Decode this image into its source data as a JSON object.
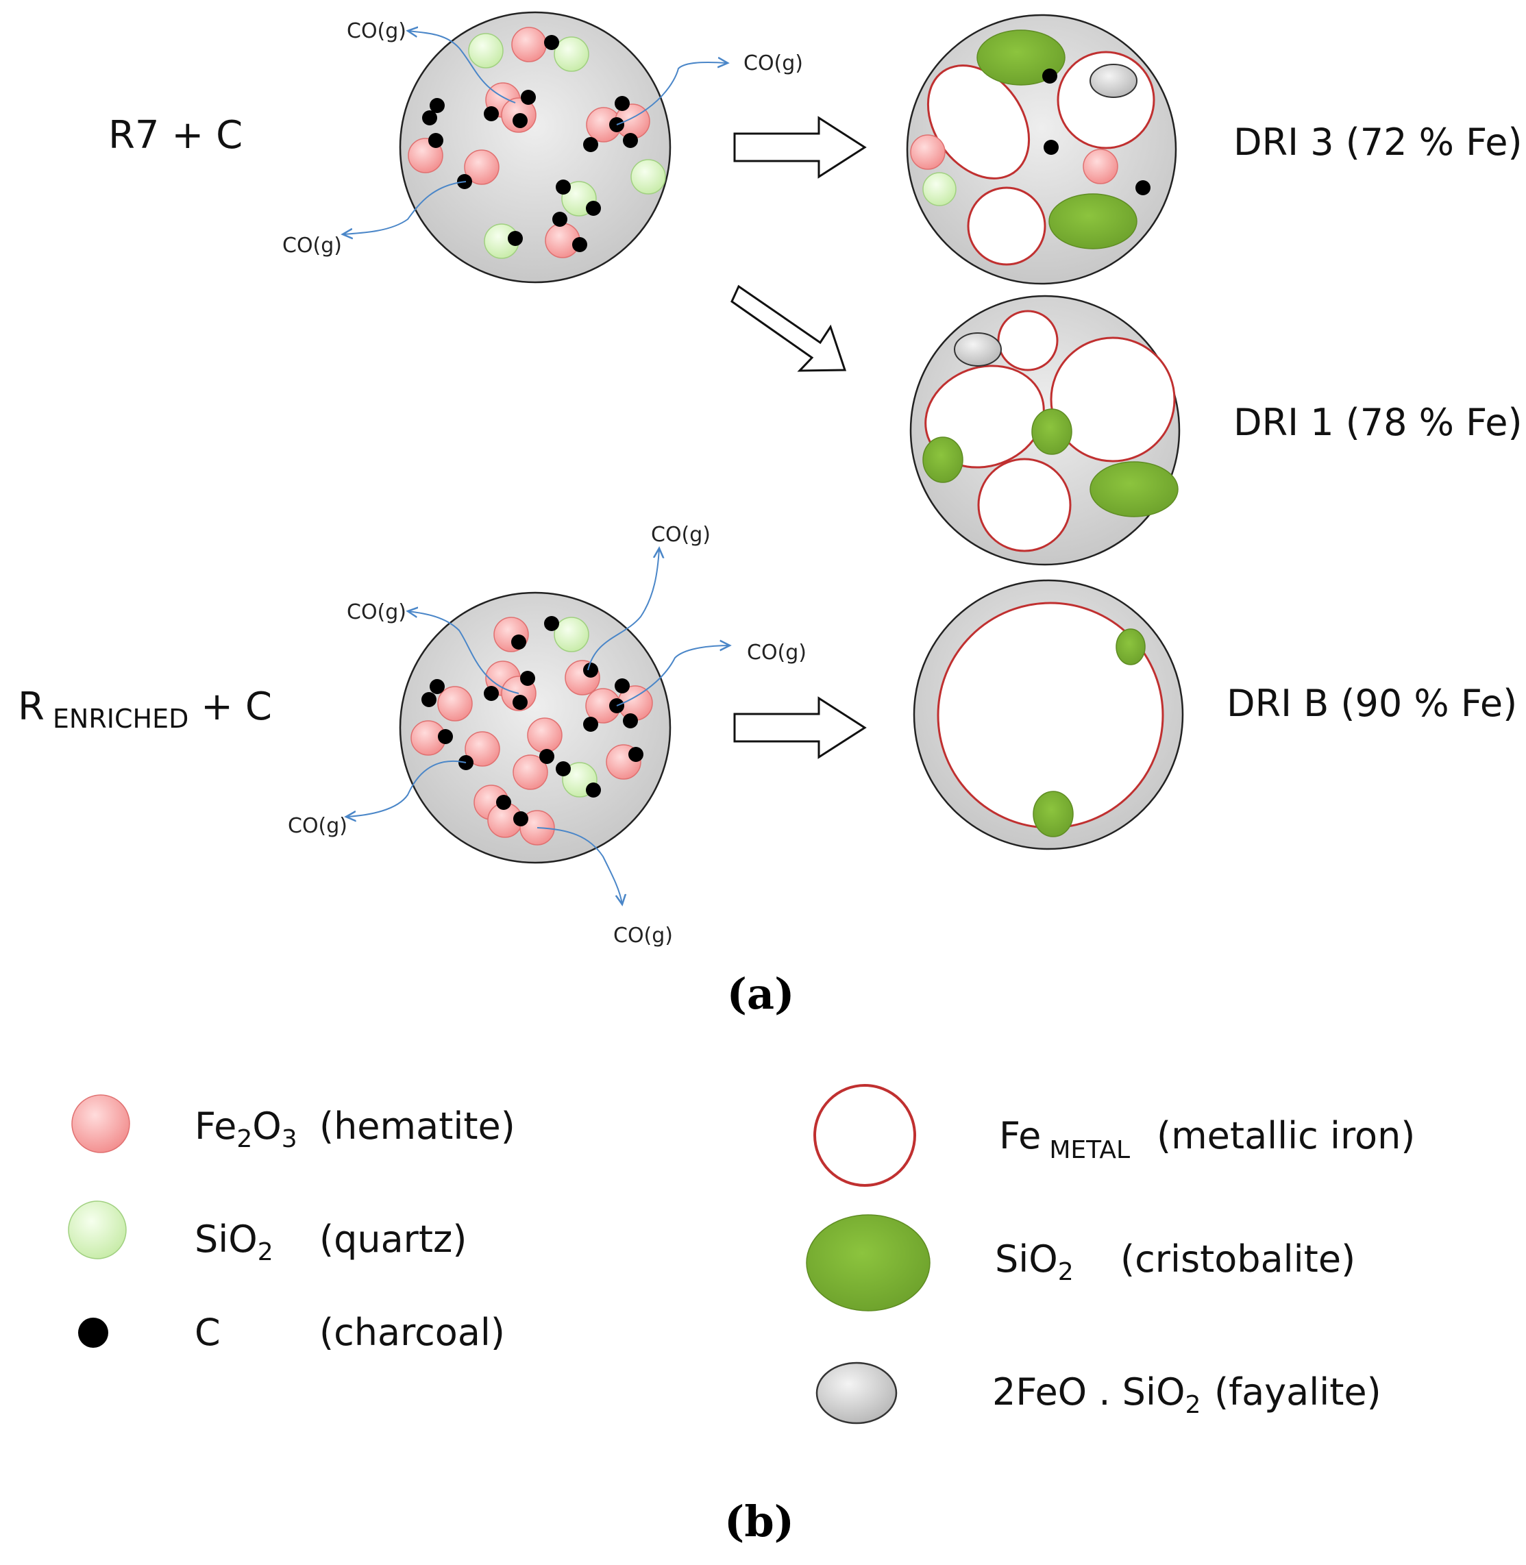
{
  "inputs": [
    {
      "name": "R7",
      "suffix": " + C"
    },
    {
      "name": "R",
      "subscript": "ENRICHED",
      "suffix": " + C"
    }
  ],
  "products": [
    {
      "text": "DRI 3 (72 % Fe)"
    },
    {
      "text": "DRI 1 (78 % Fe)"
    },
    {
      "text": "DRI B (90 % Fe)"
    }
  ],
  "gas_label": "CO(g)",
  "captions": {
    "a": "(a)",
    "b": "(b)"
  },
  "legend": {
    "hematite": {
      "formula": [
        "Fe",
        "2",
        "O",
        "3"
      ],
      "name": "(hematite)"
    },
    "quartz": {
      "formula": [
        "SiO",
        "2"
      ],
      "name": "(quartz)"
    },
    "charcoal": {
      "formula": "C",
      "name": "(charcoal)"
    },
    "metallic_iron": {
      "formula": "Fe",
      "subscript": "METAL",
      "name": "(metallic iron)"
    },
    "cristobalite": {
      "formula": [
        "SiO",
        "2"
      ],
      "name": "(cristobalite)"
    },
    "fayalite": {
      "formula": [
        "2FeO . SiO",
        "2"
      ],
      "name": "(fayalite)"
    }
  },
  "colors": {
    "pellet_fill": "#d4d4d4",
    "hematite": "#f6a2a2",
    "quartz": "#d6f5bf",
    "charcoal": "#000000",
    "metallic_iron_outline": "#c03030",
    "cristobalite": "#76ac30",
    "fayalite": "#c8c8c8",
    "gas_arrow": "#4a86c8"
  }
}
